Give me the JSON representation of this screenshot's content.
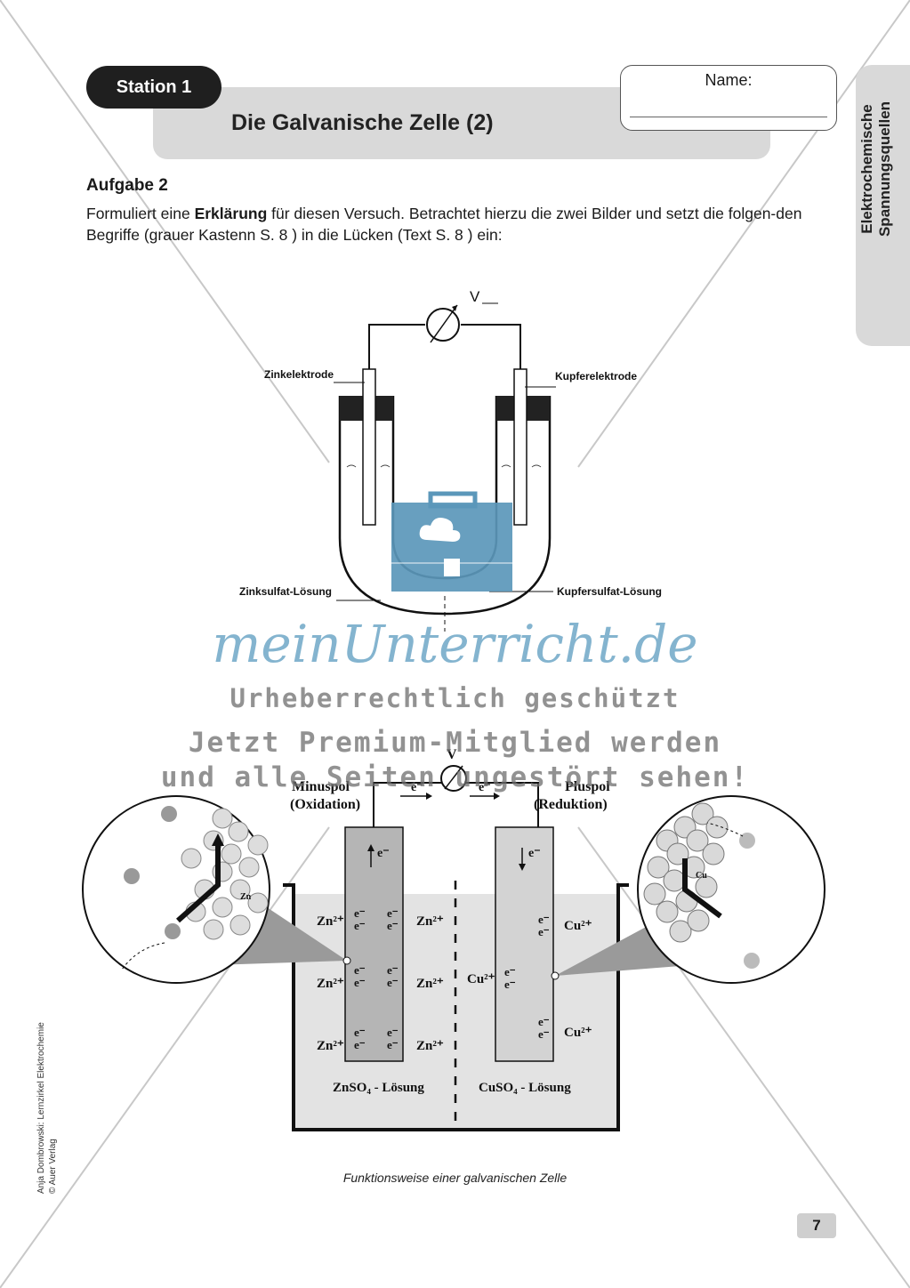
{
  "header": {
    "station": "Station 1",
    "title": "Die Galvanische Zelle (2)",
    "name_label": "Name:"
  },
  "side_tab": {
    "line1": "Elektrochemische",
    "line2": "Spannungsquellen"
  },
  "task": {
    "heading": "Aufgabe 2",
    "text_before": "Formuliert eine ",
    "text_bold": "Erklärung",
    "text_after": " für diesen Versuch. Betrachtet hierzu die zwei Bilder und setzt die folgen-den Begriffe (grauer Kastenn S.  8 ) in die Lücken (Text S.  8 ) ein:"
  },
  "figure1": {
    "voltmeter": "V",
    "left_electrode": "Zinkelektrode",
    "right_electrode": "Kupferelektrode",
    "left_solution": "Zinksulfat-Lösung",
    "right_solution": "Kupfersulfat-Lösung"
  },
  "figure2": {
    "voltmeter": "V",
    "minus_pole": "Minuspol",
    "oxidation": "(Oxidation)",
    "plus_pole": "Pluspol",
    "reduction": "(Reduktion)",
    "electron": "e⁻",
    "zn_ion": "Zn²⁺",
    "cu_ion": "Cu²⁺",
    "zn_atom": "Zn",
    "cu_atom": "Cu",
    "left_solution": "ZnSO₄ - Lösung",
    "right_solution": "CuSO₄ - Lösung"
  },
  "caption": "Funktionsweise einer galvanischen Zelle",
  "page_number": "7",
  "credit": {
    "line1": "Anja Dombrowski: Lernzirkel Elektrochemie",
    "line2": "© Auer Verlag"
  },
  "watermark": {
    "brand": "meinUnterricht.de",
    "line1": "Urheberrechtlich geschützt",
    "line2": "Jetzt Premium-Mitglied werden",
    "line3": "und alle Seiten ungestört sehen!"
  },
  "colors": {
    "badge": "#1f1f1f",
    "header_gray": "#d9d9d9",
    "watermark_blue": "#6fa8c7",
    "solution_gray": "#e3e3e3",
    "electrode_gray": "#b5b5b5"
  }
}
